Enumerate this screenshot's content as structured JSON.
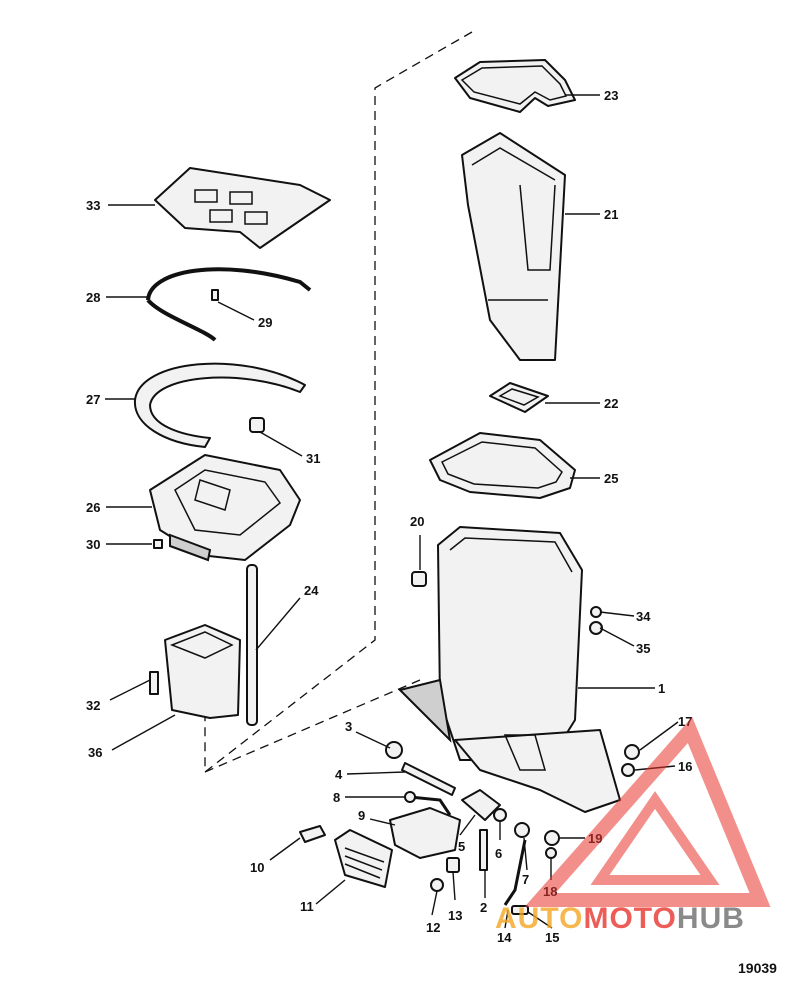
{
  "callouts": {
    "c1": "1",
    "c2": "2",
    "c3": "3",
    "c4": "4",
    "c5": "5",
    "c6": "6",
    "c7": "7",
    "c8": "8",
    "c9": "9",
    "c10": "10",
    "c11": "11",
    "c12": "12",
    "c13": "13",
    "c14": "14",
    "c15": "15",
    "c16": "16",
    "c17": "17",
    "c18": "18",
    "c19": "19",
    "c20": "20",
    "c21": "21",
    "c22": "22",
    "c23": "23",
    "c24": "24",
    "c25": "25",
    "c26": "26",
    "c27": "27",
    "c28": "28",
    "c29": "29",
    "c30": "30",
    "c31": "31",
    "c32": "32",
    "c33": "33",
    "c34": "34",
    "c35": "35",
    "c36": "36"
  },
  "figure_number": "19039",
  "watermark": {
    "part1": "AUTO",
    "part2": "MOTO",
    "part3": "HUB",
    "color_orange": "#f5a623",
    "color_red": "#e8352e",
    "color_gray": "#6d6d6d",
    "logo_color": "#e8352e"
  }
}
